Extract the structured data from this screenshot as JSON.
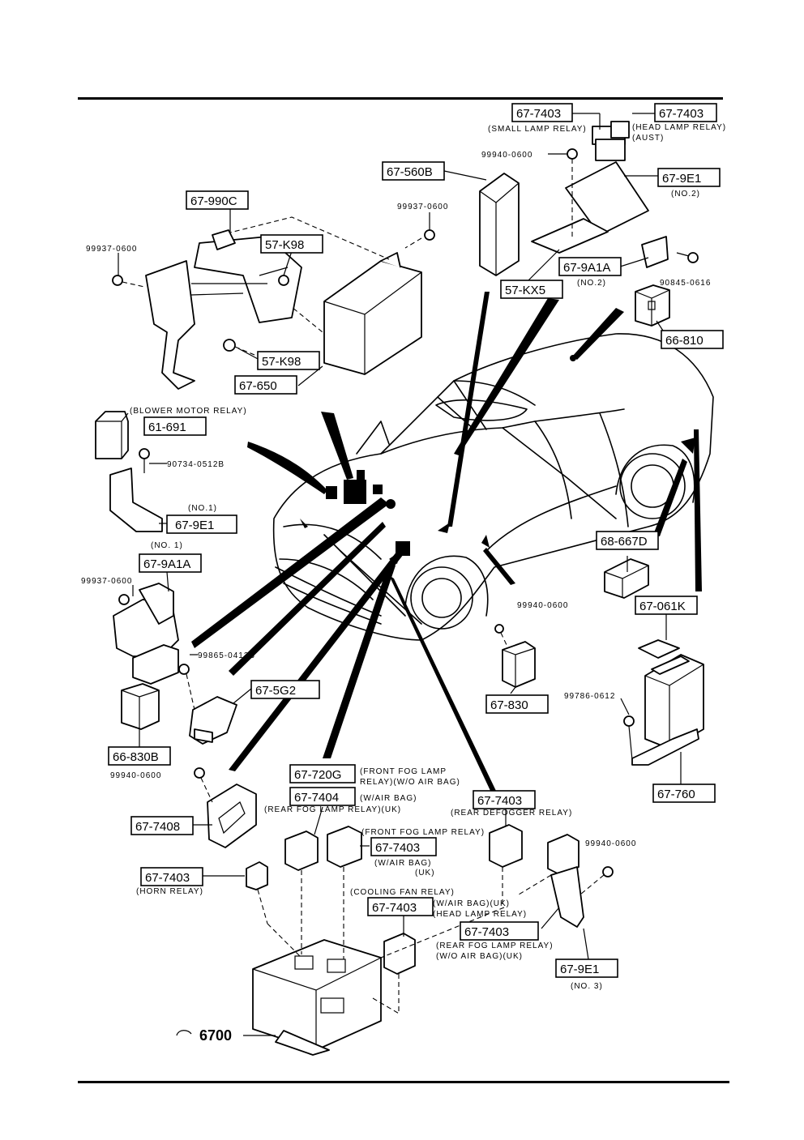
{
  "labels": {
    "l_7403_small": "67-7403",
    "l_small_relay": "(SMALL LAMP RELAY)",
    "l_7403_head": "67-7403",
    "l_head_relay": "(HEAD LAMP RELAY)",
    "l_aust": "(AUST)",
    "l_99940_top": "99940-0600",
    "l_560b": "67-560B",
    "l_9e1_no2": "67-9E1",
    "l_no2_a": "(NO.2)",
    "l_99937_a": "99937-0600",
    "l_990c": "67-990C",
    "l_99937_b": "99937-0600",
    "l_k98_a": "57-K98",
    "l_9a1a_top": "67-9A1A",
    "l_no2_b": "(NO.2)",
    "l_90845": "90845-0616",
    "l_kx5": "57-KX5",
    "l_66810": "66-810",
    "l_k98_b": "57-K98",
    "l_650": "67-650",
    "l_blower": "(BLOWER MOTOR RELAY)",
    "l_61691": "61-691",
    "l_90734": "90734-0512B",
    "l_no1_a": "(NO.1)",
    "l_9e1_no1": "67-9E1",
    "l_no1_b": "(NO. 1)",
    "l_9a1a_left": "67-9A1A",
    "l_99937_c": "99937-0600",
    "l_99865": "99865-0412B",
    "l_5g2": "67-5G2",
    "l_667d": "68-667D",
    "l_99940_mid": "99940-0600",
    "l_061k": "67-061K",
    "l_830": "67-830",
    "l_99786": "99786-0612",
    "l_66830b": "66-830B",
    "l_760": "67-760",
    "l_99940_left": "99940-0600",
    "l_720g": "67-720G",
    "l_front_fog": "(FRONT FOG LAMP",
    "l_wo_airbag": "RELAY)(W/O AIR BAG)",
    "l_7404": "67-7404",
    "l_w_airbag_a": "(W/AIR BAG)",
    "l_7403_defog": "67-7403",
    "l_rear_fog_uk": "(REAR FOG LAMP RELAY)(UK)",
    "l_rear_defog": "(REAR DEFOGGER RELAY)",
    "l_7408": "67-7408",
    "l_front_fog2": "(FRONT FOG LAMP RELAY)",
    "l_7403_fog": "67-7403",
    "l_w_airbag_b": "(W/AIR BAG)",
    "l_uk_a": "(UK)",
    "l_99940_right": "99940-0600",
    "l_7403_horn": "67-7403",
    "l_horn": "(HORN RELAY)",
    "l_cooling": "(COOLING FAN RELAY)",
    "l_7403_cool": "67-7403",
    "l_w_airbag_uk": "(W/AIR BAG)(UK)",
    "l_head_lamp_relay": "(HEAD LAMP RELAY)",
    "l_7403_rearfog": "67-7403",
    "l_rear_fog2": "(REAR FOG LAMP RELAY)",
    "l_wo_airbag_uk": "(W/O AIR BAG)(UK)",
    "l_9e1_no3": "67-9E1",
    "l_no3": "(NO. 3)",
    "l_6700": "6700"
  }
}
